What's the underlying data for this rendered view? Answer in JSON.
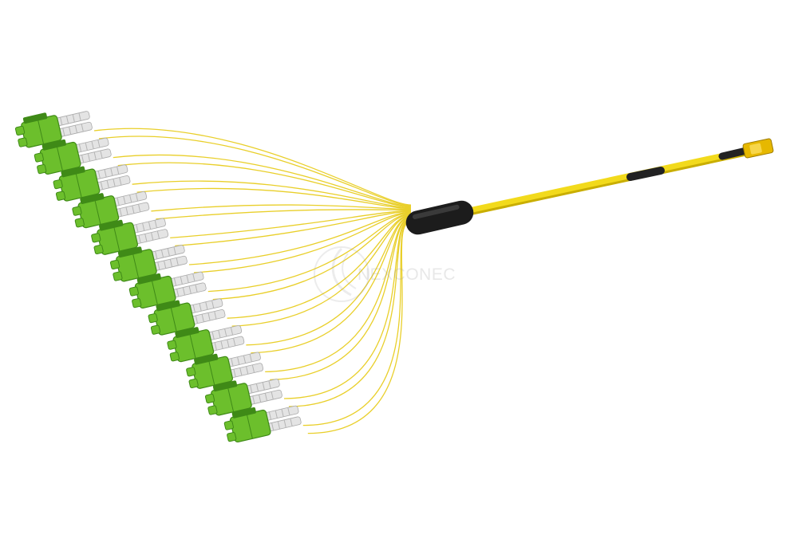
{
  "image": {
    "subject": "fiber-optic-breakout-cable",
    "watermark": {
      "text": "NEXCONEC"
    },
    "colors": {
      "background": "#ffffff",
      "cable": "#f2da1c",
      "cable_shade": "#c9ae00",
      "fan_out": "#1c1c1c",
      "trunk_boot": "#222222",
      "mpo_connector": "#e6b800",
      "connector_body": "#6cbf2c",
      "connector_dark": "#3f8a17",
      "ferrule": "#e4e4e4"
    },
    "breakout": {
      "duplex_connector_count": 12,
      "fiber_count": 24,
      "connector_type": "LC duplex",
      "trunk_connector_type": "MPO"
    }
  }
}
